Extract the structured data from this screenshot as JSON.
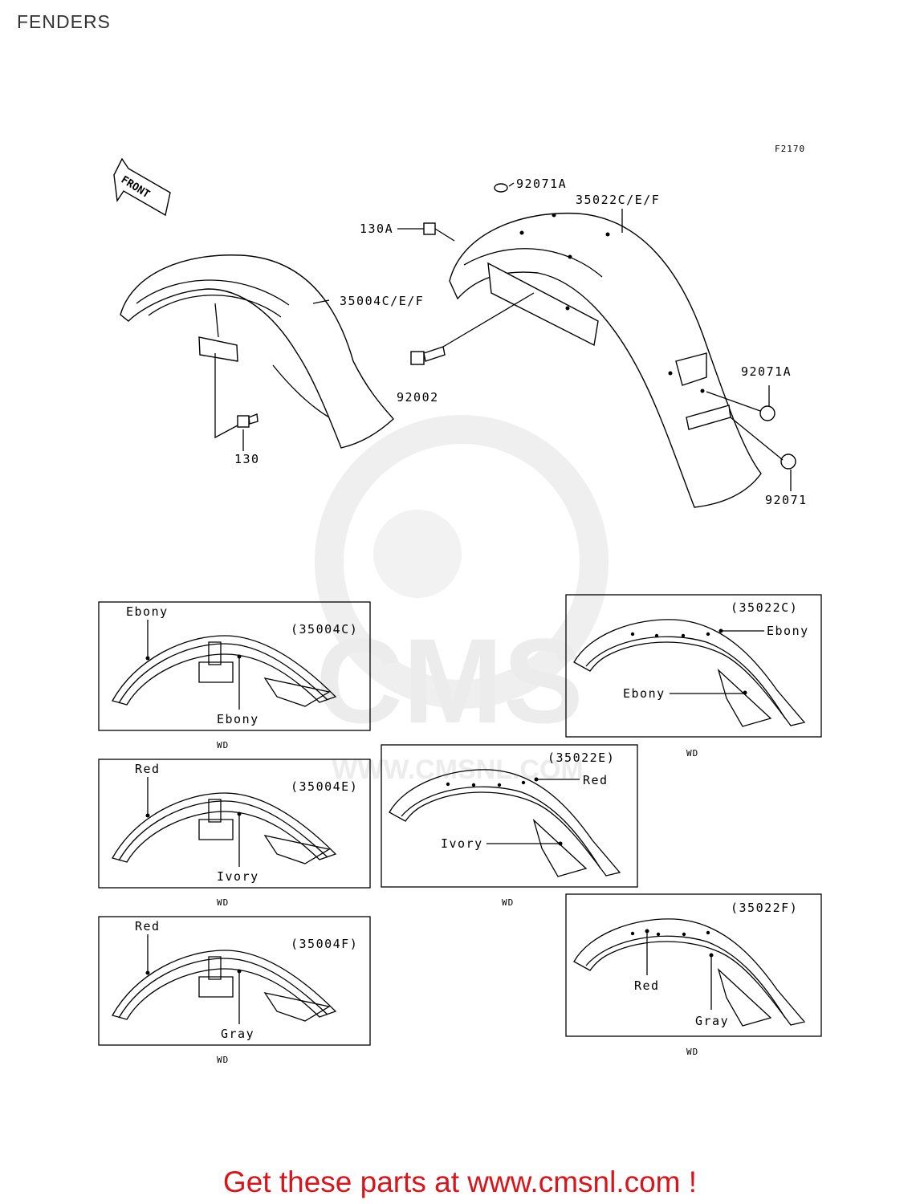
{
  "page": {
    "title": "FENDERS",
    "figure_code": "F2170",
    "front_arrow": "FRONT"
  },
  "watermark": {
    "brand": "CMS",
    "url": "WWW.CMSNL.COM"
  },
  "callouts": {
    "c_92071A_top": "92071A",
    "c_35022": "35022C/E/F",
    "c_130A": "130A",
    "c_35004": "35004C/E/F",
    "c_92002": "92002",
    "c_92071A_mid": "92071A",
    "c_130": "130",
    "c_92071": "92071"
  },
  "variants": [
    {
      "code": "(35004C)",
      "top_color": "Ebony",
      "bottom_color": "Ebony",
      "note": "WD"
    },
    {
      "code": "(35004E)",
      "top_color": "Red",
      "bottom_color": "Ivory",
      "note": "WD"
    },
    {
      "code": "(35004F)",
      "top_color": "Red",
      "bottom_color": "Gray",
      "note": "WD"
    },
    {
      "code": "(35022C)",
      "top_color": "Ebony",
      "bottom_color": "Ebony",
      "note": "WD"
    },
    {
      "code": "(35022E)",
      "top_color": "Red",
      "bottom_color": "Ivory",
      "note": "WD"
    },
    {
      "code": "(35022F)",
      "top_color": "Red",
      "bottom_color": "Gray",
      "note": "WD"
    }
  ],
  "footer": {
    "text": "Get these parts at www.cmsnl.com !"
  },
  "colors": {
    "footer_text": "#d9141b",
    "line": "#000000",
    "watermark": "#ececec"
  }
}
